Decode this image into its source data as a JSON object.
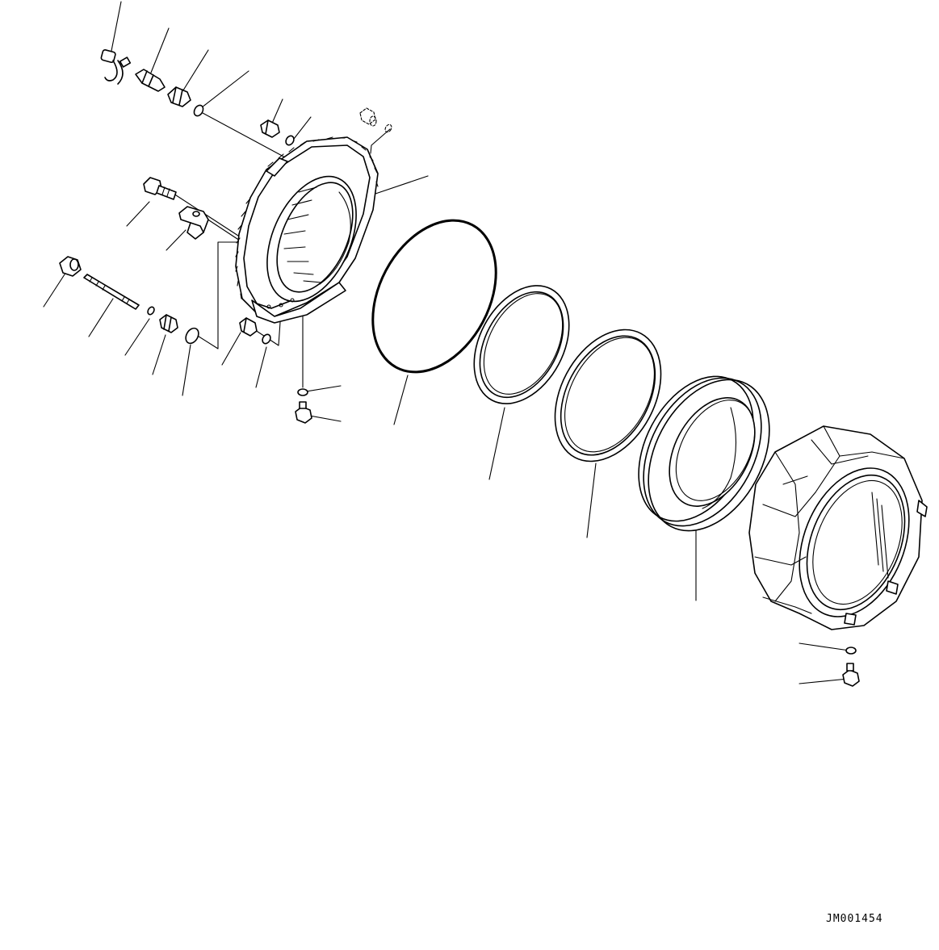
{
  "diagram": {
    "drawing_id": "JM001454",
    "colors": {
      "line": "#000000",
      "background": "#ffffff"
    },
    "parts": [
      {
        "name": "hose-fitting-elbow"
      },
      {
        "name": "connector-fitting"
      },
      {
        "name": "union-nut"
      },
      {
        "name": "o-ring-small"
      },
      {
        "name": "plug-bolt"
      },
      {
        "name": "washer-small"
      },
      {
        "name": "plug-dashed"
      },
      {
        "name": "retainer-carrier"
      },
      {
        "name": "flange-bolt"
      },
      {
        "name": "clamp-bracket"
      },
      {
        "name": "nut"
      },
      {
        "name": "stud-rod"
      },
      {
        "name": "o-ring"
      },
      {
        "name": "breather-fitting"
      },
      {
        "name": "seal-ring"
      },
      {
        "name": "o-ring-large"
      },
      {
        "name": "piston-ring-outer"
      },
      {
        "name": "piston-ring-inner"
      },
      {
        "name": "piston"
      },
      {
        "name": "housing"
      },
      {
        "name": "drain-plug"
      }
    ]
  }
}
